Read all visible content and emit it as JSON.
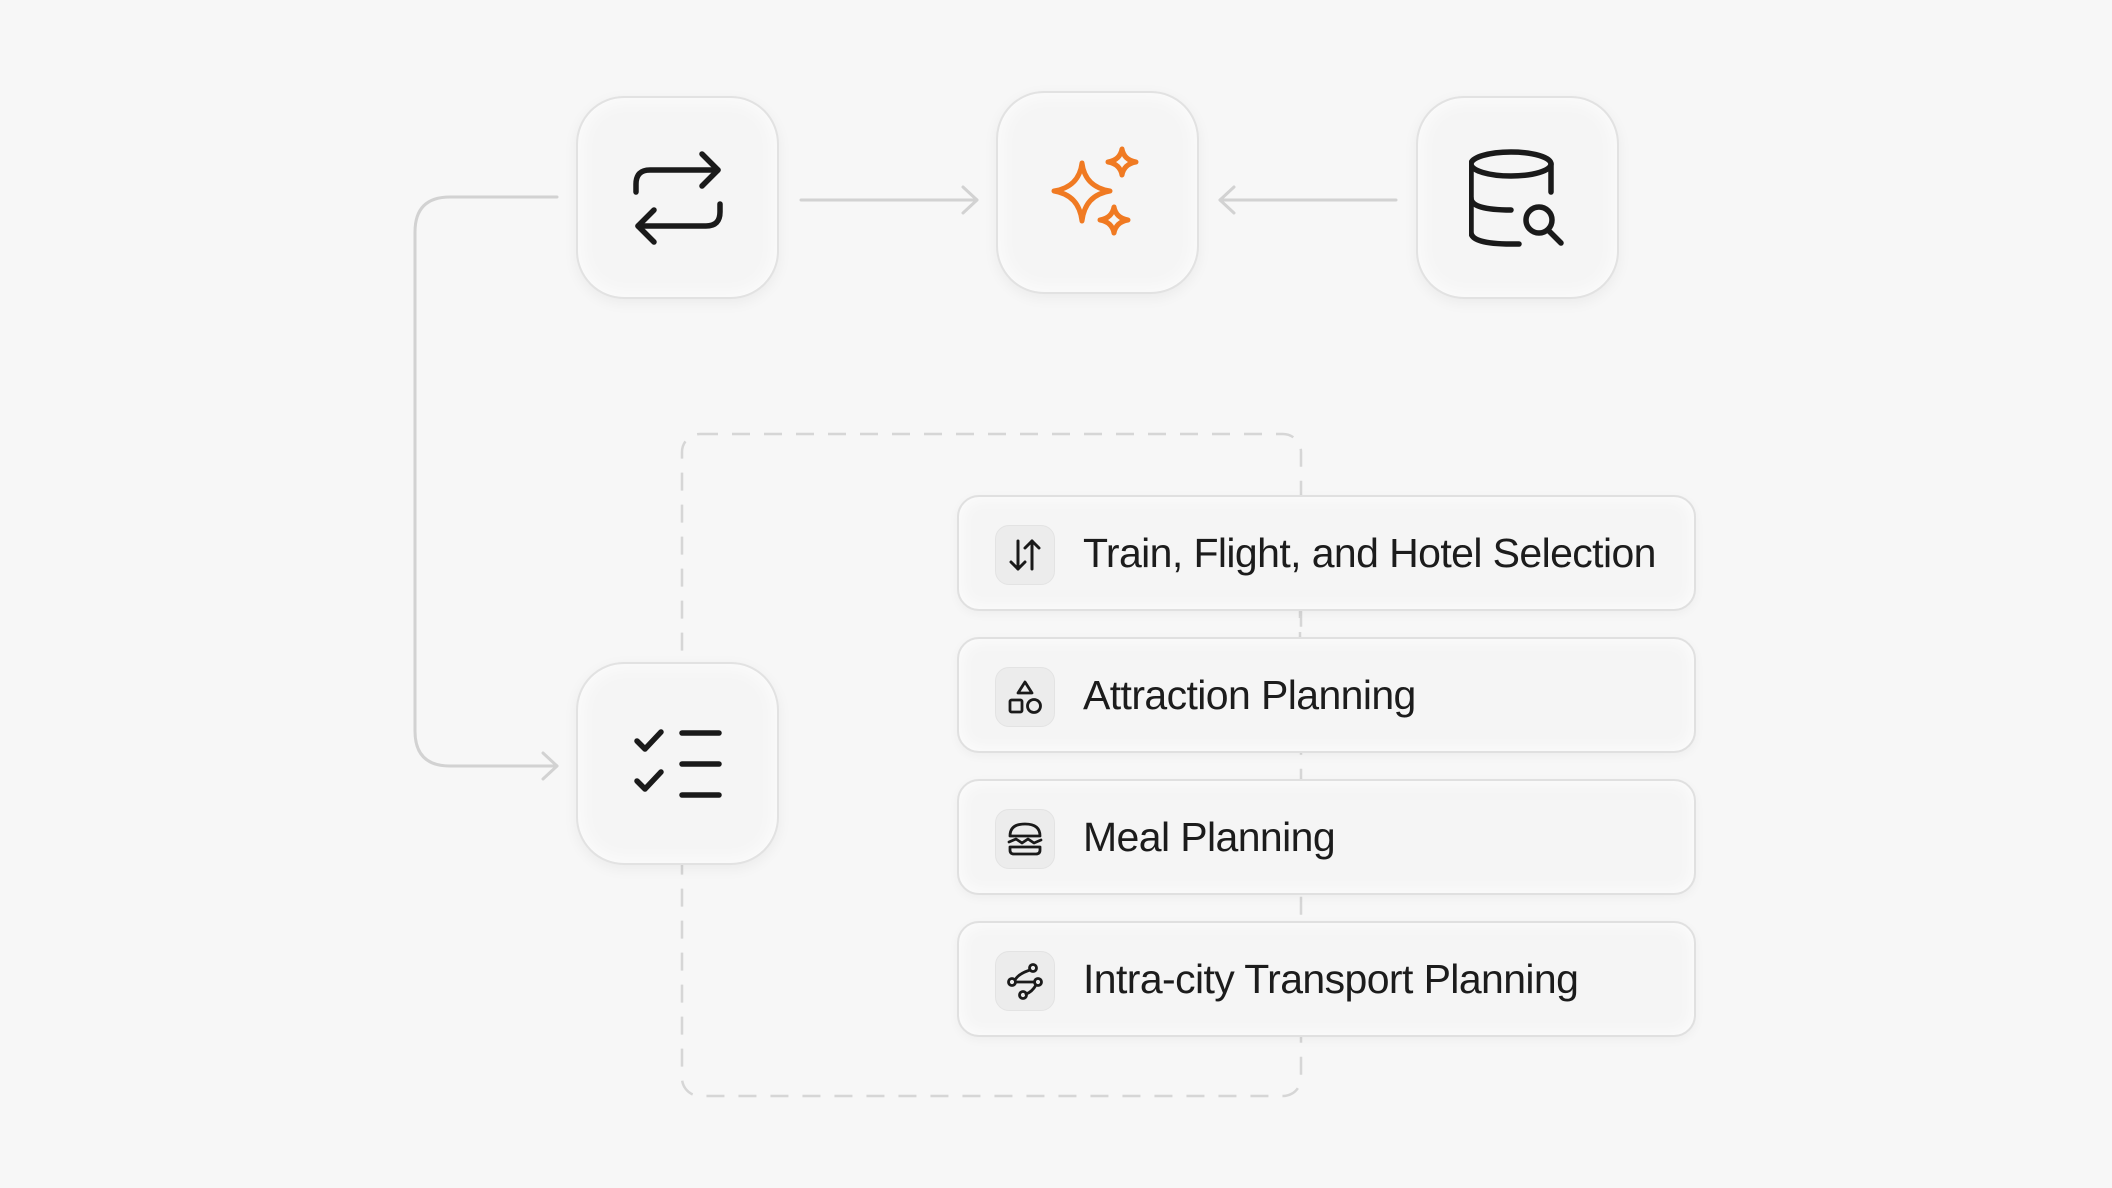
{
  "diagram": {
    "nodes": [
      {
        "id": "exchange",
        "icon": "repeat-arrows-icon"
      },
      {
        "id": "ai",
        "icon": "sparkles-icon",
        "color": "#F07A22"
      },
      {
        "id": "database",
        "icon": "database-search-icon"
      },
      {
        "id": "checklist",
        "icon": "checklist-icon"
      }
    ],
    "tasks": [
      {
        "label": "Train, Flight, and Hotel Selection",
        "icon": "sort-arrows-icon"
      },
      {
        "label": "Attraction Planning",
        "icon": "shapes-icon"
      },
      {
        "label": "Meal Planning",
        "icon": "burger-icon"
      },
      {
        "label": "Intra-city Transport Planning",
        "icon": "route-icon"
      }
    ],
    "colors": {
      "background": "#F7F7F7",
      "accent": "#F07A22",
      "connector": "#D2D2D2",
      "icon": "#1A1A1A"
    }
  }
}
